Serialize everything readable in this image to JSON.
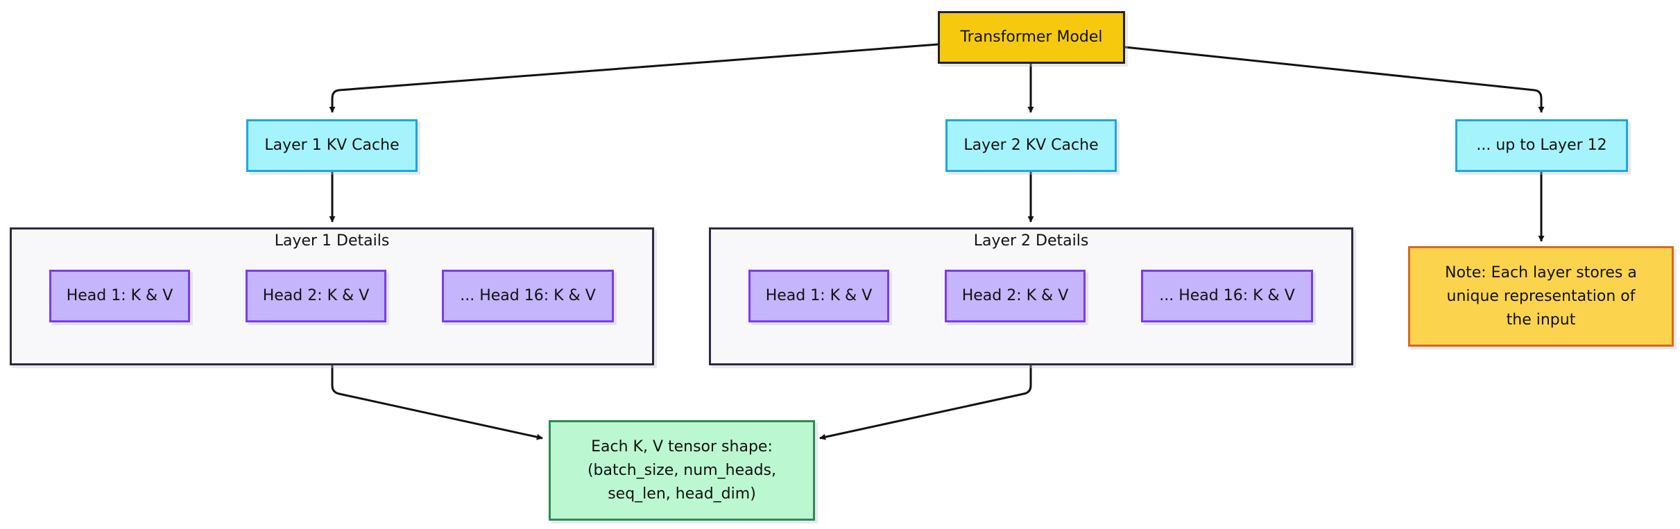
{
  "diagram": {
    "top": {
      "label": "Transformer Model"
    },
    "layers": [
      {
        "label": "Layer 1 KV Cache"
      },
      {
        "label": "Layer 2 KV Cache"
      },
      {
        "label": "... up to Layer 12"
      }
    ],
    "groups": [
      {
        "title": "Layer 1 Details",
        "heads": [
          "Head 1: K & V",
          "Head 2: K & V",
          "... Head 16: K & V"
        ]
      },
      {
        "title": "Layer 2 Details",
        "heads": [
          "Head 1: K & V",
          "Head 2: K & V",
          "... Head 16: K & V"
        ]
      }
    ],
    "shape_note": {
      "line1": "Each K, V tensor shape:",
      "line2": "(batch_size, num_heads,",
      "line3": "seq_len, head_dim)"
    },
    "layer_note": {
      "line1": "Note: Each layer stores a",
      "line2": "unique representation of",
      "line3": "the input"
    },
    "colors": {
      "model_fill": "#f6c90e",
      "layer_fill": "#a5f3fc",
      "layer_border": "#1ea5e9",
      "head_fill": "#c4b5fd",
      "head_border": "#7c3aed",
      "shape_fill": "#bbf7d0",
      "shape_border": "#2e8b57",
      "note_fill": "#fcd34d",
      "note_border": "#d66a1a",
      "group_fill": "#f8f8fa"
    }
  }
}
